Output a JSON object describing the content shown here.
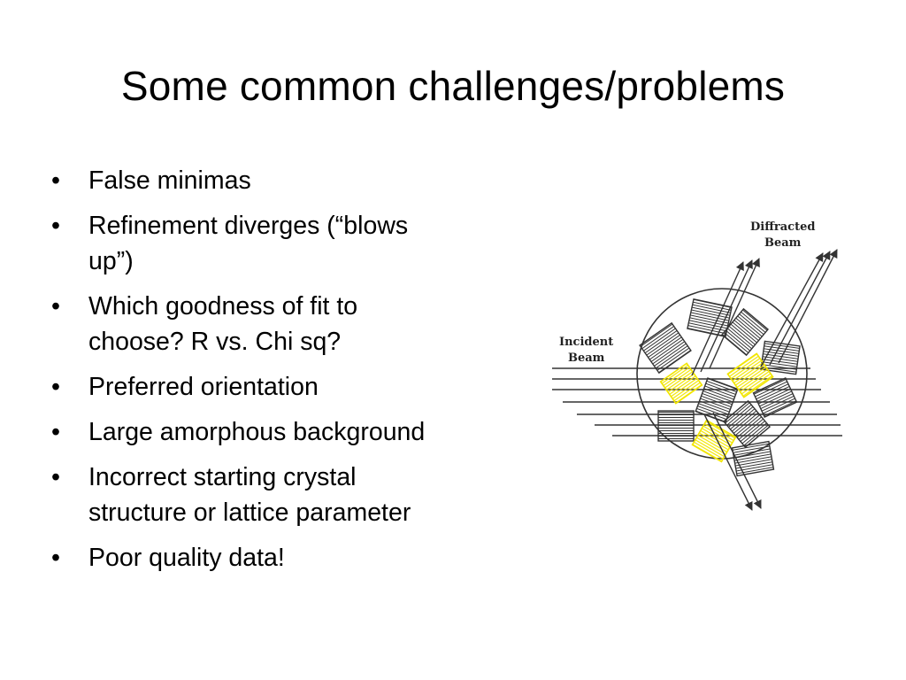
{
  "slide": {
    "title": "Some common challenges/problems",
    "bullet_glyph": "•",
    "bullets": [
      {
        "lines": [
          "False minimas"
        ]
      },
      {
        "lines": [
          "Refinement diverges (“blows",
          "up”)"
        ]
      },
      {
        "lines": [
          "Which goodness of fit to",
          "choose? R vs. Chi sq?"
        ]
      },
      {
        "lines": [
          "Preferred orientation"
        ]
      },
      {
        "lines": [
          "Large amorphous background"
        ]
      },
      {
        "lines": [
          "Incorrect starting crystal",
          "structure or lattice parameter"
        ]
      },
      {
        "lines": [
          "Poor quality data!"
        ]
      }
    ]
  },
  "figure": {
    "labels": {
      "diffracted_line1": "Diffracted",
      "diffracted_line2": "Beam",
      "incident_line1": "Incident",
      "incident_line2": "Beam"
    },
    "colors": {
      "highlight": "#f2e600",
      "line": "#333333"
    }
  }
}
